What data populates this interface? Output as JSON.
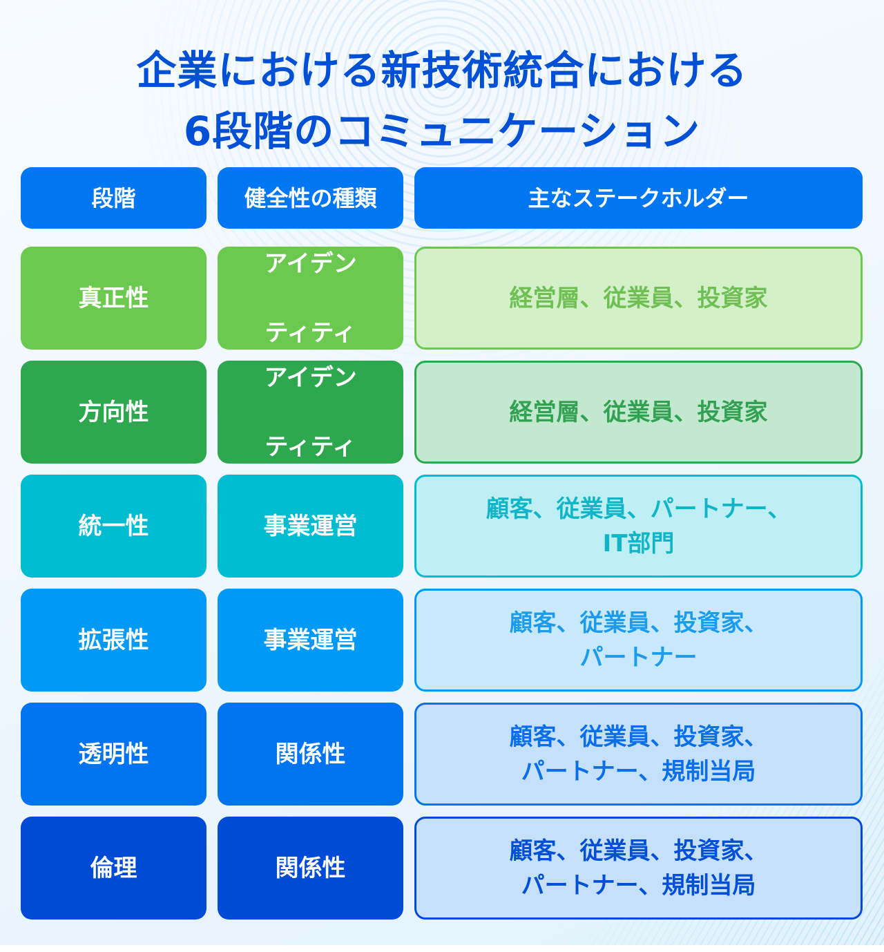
{
  "title": {
    "line1": "企業における新技術統合における",
    "line2": "6段階のコミュニケーション"
  },
  "headers": [
    "段階",
    "健全性の種類",
    "主なステークホルダー"
  ],
  "rows": [
    {
      "stage": "真正性",
      "type_l1": "アイデン",
      "type_l2": "ティティ",
      "stakeholders": "経営層、従業員、投資家",
      "color": "#6cc94f",
      "light": "#d3f0c8",
      "text": "#6fbf55"
    },
    {
      "stage": "方向性",
      "type_l1": "アイデン",
      "type_l2": "ティティ",
      "stakeholders": "経営層、従業員、投資家",
      "color": "#2ea84f",
      "light": "#c2e8cf",
      "text": "#33a152"
    },
    {
      "stage": "統一性",
      "type_l1": "事業運営",
      "type_l2": "",
      "stakeholders": "顧客、従業員、パートナー、\nIT部門",
      "color": "#00bcd0",
      "light": "#bdeff5",
      "text": "#12b5c8"
    },
    {
      "stage": "拡張性",
      "type_l1": "事業運営",
      "type_l2": "",
      "stakeholders": "顧客、従業員、投資家、\nパートナー",
      "color": "#0099f5",
      "light": "#c8e8fc",
      "text": "#1e9cec"
    },
    {
      "stage": "透明性",
      "type_l1": "関係性",
      "type_l2": "",
      "stakeholders": "顧客、従業員、投資家、\nパートナー、規制当局",
      "color": "#0073f0",
      "light": "#c5e0fb",
      "text": "#0a6fe8"
    },
    {
      "stage": "倫理",
      "type_l1": "関係性",
      "type_l2": "",
      "stakeholders": "顧客、従業員、投資家、\nパートナー、規制当局",
      "color": "#004bd6",
      "light": "#c6dffa",
      "text": "#0050d6"
    }
  ]
}
